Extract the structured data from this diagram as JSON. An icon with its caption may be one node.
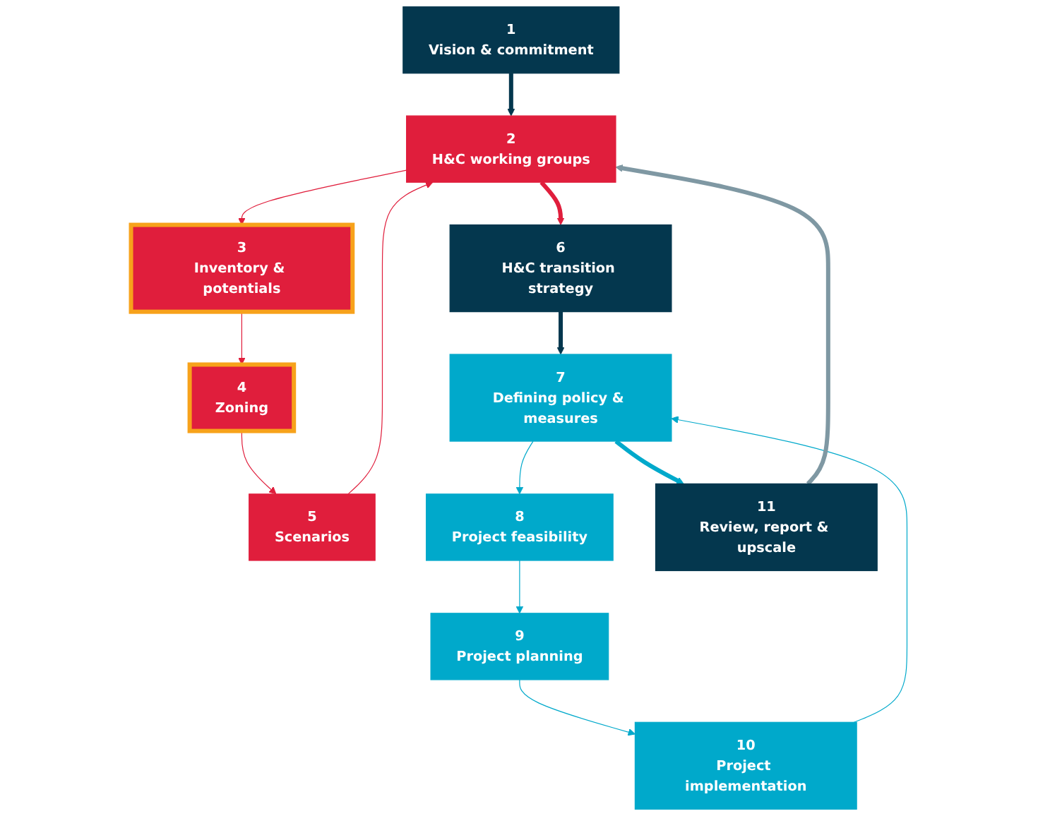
{
  "diagram": {
    "nodes": [
      {
        "text": [
          "1",
          "Vision & commitment"
        ]
      },
      {
        "text": [
          "2",
          "H&C working groups"
        ]
      },
      {
        "text": [
          "3",
          "Inventory & potentials"
        ]
      },
      {
        "text": [
          "4",
          "Zoning"
        ]
      },
      {
        "text": [
          "5",
          "Scenarios"
        ]
      },
      {
        "text": [
          "6",
          "H&C transition strategy"
        ]
      },
      {
        "text": [
          "7",
          "Defining policy & measures"
        ]
      },
      {
        "text": [
          "8",
          "Project feasibility"
        ]
      },
      {
        "text": [
          "9",
          "Project planning"
        ]
      },
      {
        "text": [
          "10",
          "Project implementation"
        ]
      },
      {
        "text": [
          "11",
          "Review, report & upscale"
        ]
      }
    ],
    "edges": [
      {
        "from": 0,
        "to": 1,
        "arrow": "to",
        "style": "thick",
        "color": "#04374e"
      },
      {
        "from": 1,
        "to": 2,
        "arrow": "to",
        "color": "#e01e3c"
      },
      {
        "from": 2,
        "to": 3,
        "arrow": "to",
        "color": "#e01e3c"
      },
      {
        "from": 3,
        "to": 4,
        "arrow": "to",
        "color": "#e01e3c"
      },
      {
        "from": 4,
        "to": 1,
        "arrow": "to",
        "color": "#e01e3c"
      },
      {
        "from": 1,
        "to": 5,
        "arrow": "to",
        "style": "thick",
        "color": "#e01e3c"
      },
      {
        "from": 5,
        "to": 6,
        "arrow": "to",
        "style": "thick",
        "color": "#04374e"
      },
      {
        "from": 6,
        "to": 7,
        "arrow": "to",
        "color": "#00a9cb"
      },
      {
        "from": 7,
        "to": 8,
        "arrow": "to",
        "color": "#00a9cb"
      },
      {
        "from": 8,
        "to": 9,
        "arrow": "to",
        "color": "#00a9cb"
      },
      {
        "from": 9,
        "to": 6,
        "arrow": "to",
        "color": "#00a9cb"
      },
      {
        "from": 6,
        "to": 10,
        "arrow": "to",
        "style": "thick",
        "color": "#00a9cb"
      },
      {
        "from": 10,
        "to": 1,
        "arrow": "to",
        "style": "thick",
        "color": "#7f98a3"
      }
    ]
  }
}
